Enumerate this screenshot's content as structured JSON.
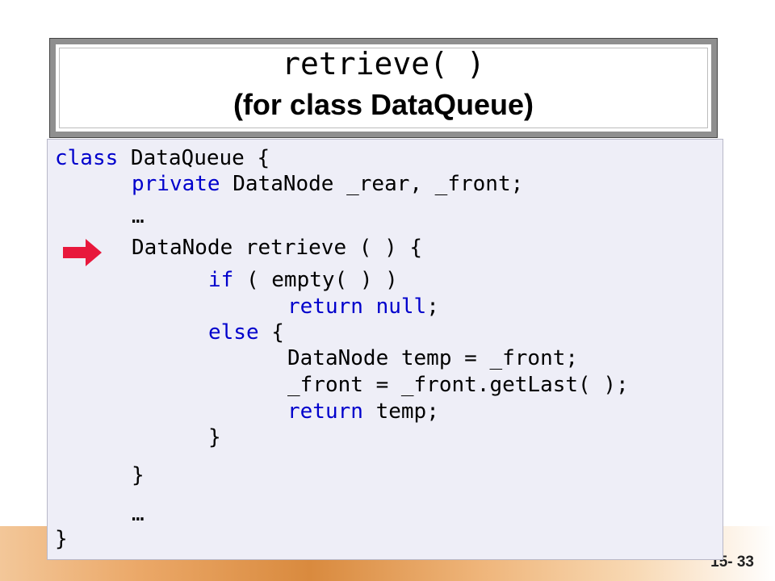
{
  "title": {
    "line1": "retrieve( )",
    "line2": "(for class DataQueue)"
  },
  "slide_number": "15- 33",
  "code": {
    "l1_kw": "class",
    "l1_rest": " DataQueue {",
    "l2_kw": "private",
    "l2_rest": " DataNode _rear, _front;",
    "l3": "…",
    "l4": "DataNode retrieve ( ) {",
    "l5_kw": "if",
    "l5_rest": " ( empty( ) )",
    "l6_kw": "return null",
    "l6_rest": ";",
    "l7_kw": "else",
    "l7_rest": " {",
    "l8": "DataNode temp = _front;",
    "l9": "_front = _front.getLast( );",
    "l10_kw": "return",
    "l10_rest": " temp;",
    "l11": "}",
    "l12": "}",
    "l13": "…",
    "l14": "}"
  },
  "colors": {
    "keyword": "#0000cc",
    "arrow": "#e8183c",
    "panel": "#eeeef7"
  },
  "icons": {
    "pointer": "right-arrow-icon"
  }
}
